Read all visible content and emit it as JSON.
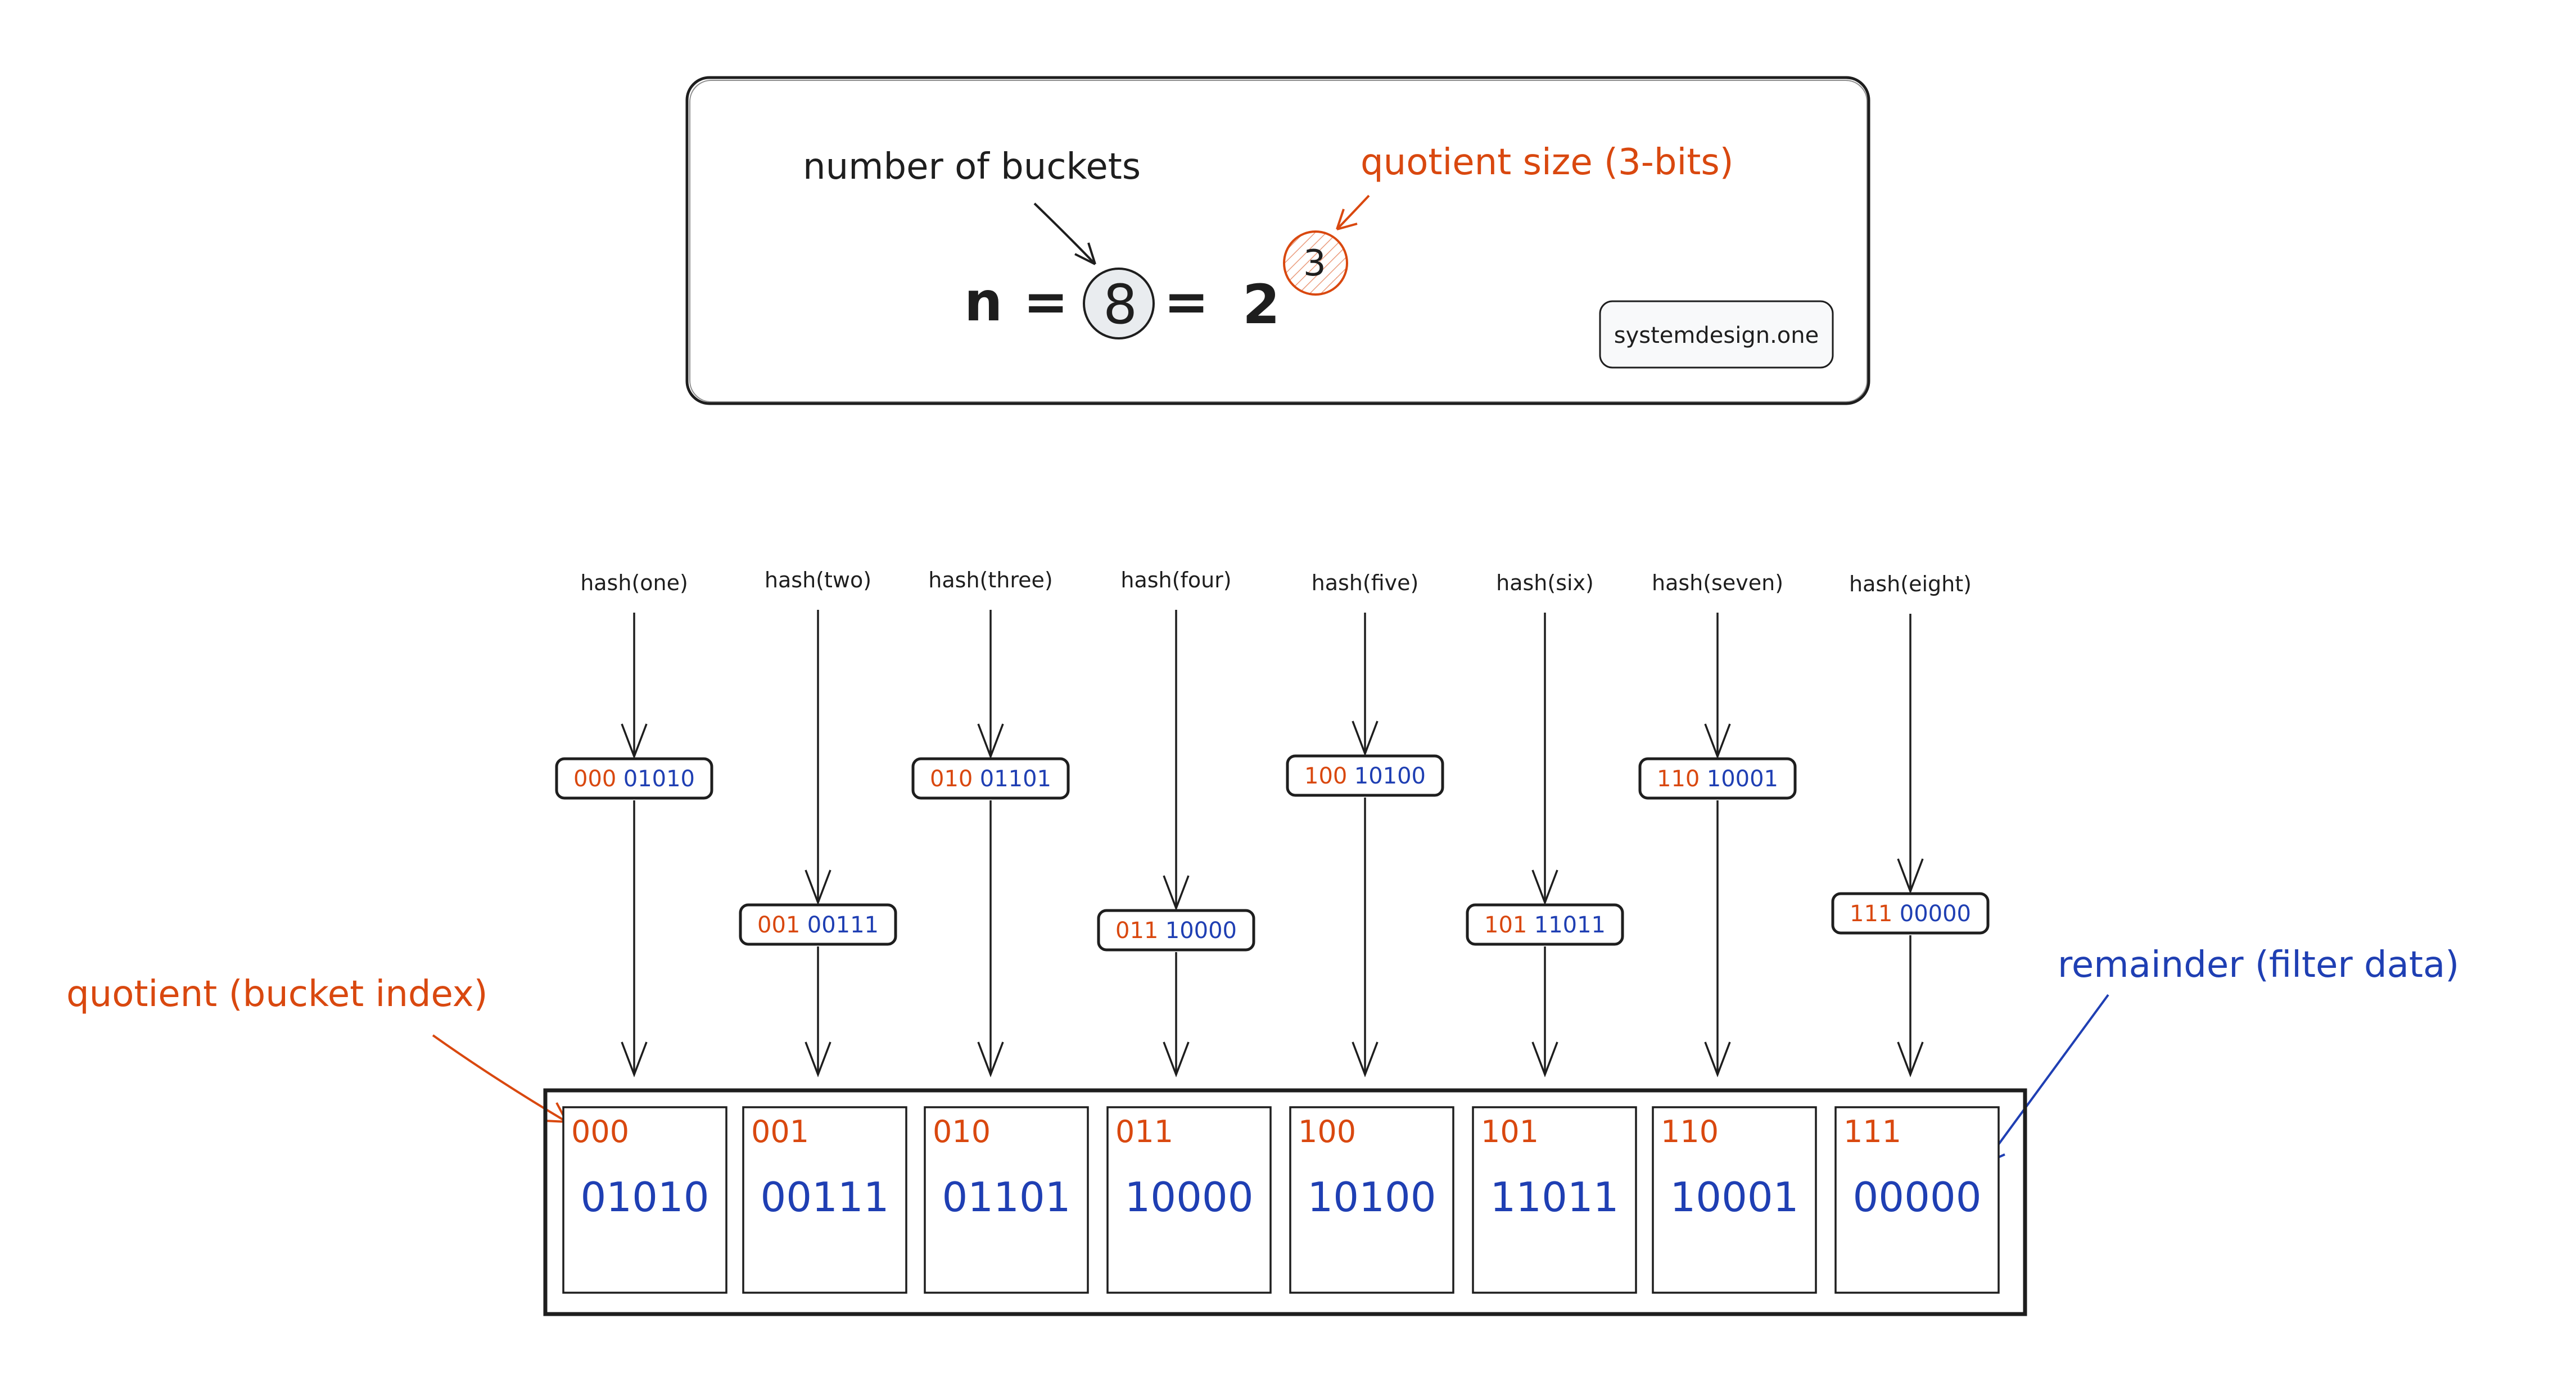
{
  "formula": {
    "n_label": "n",
    "equals": "=",
    "buckets": "8",
    "base": "2",
    "exponent": "3",
    "buckets_note": "number of buckets",
    "quotient_note": "quotient size (3-bits)",
    "watermark": "systemdesign.one"
  },
  "labels": {
    "quotient": "quotient (bucket index)",
    "remainder": "remainder (filter data)"
  },
  "colors": {
    "quotient": "#d9480f",
    "remainder": "#1f3fb3",
    "ink": "#1e1e1e"
  },
  "items": [
    {
      "hash": "hash(one)",
      "quotient": "000",
      "remainder": "01010"
    },
    {
      "hash": "hash(two)",
      "quotient": "001",
      "remainder": "00111"
    },
    {
      "hash": "hash(three)",
      "quotient": "010",
      "remainder": "01101"
    },
    {
      "hash": "hash(four)",
      "quotient": "011",
      "remainder": "10000"
    },
    {
      "hash": "hash(five)",
      "quotient": "100",
      "remainder": "10100"
    },
    {
      "hash": "hash(six)",
      "quotient": "101",
      "remainder": "11011"
    },
    {
      "hash": "hash(seven)",
      "quotient": "110",
      "remainder": "10001"
    },
    {
      "hash": "hash(eight)",
      "quotient": "111",
      "remainder": "00000"
    }
  ]
}
